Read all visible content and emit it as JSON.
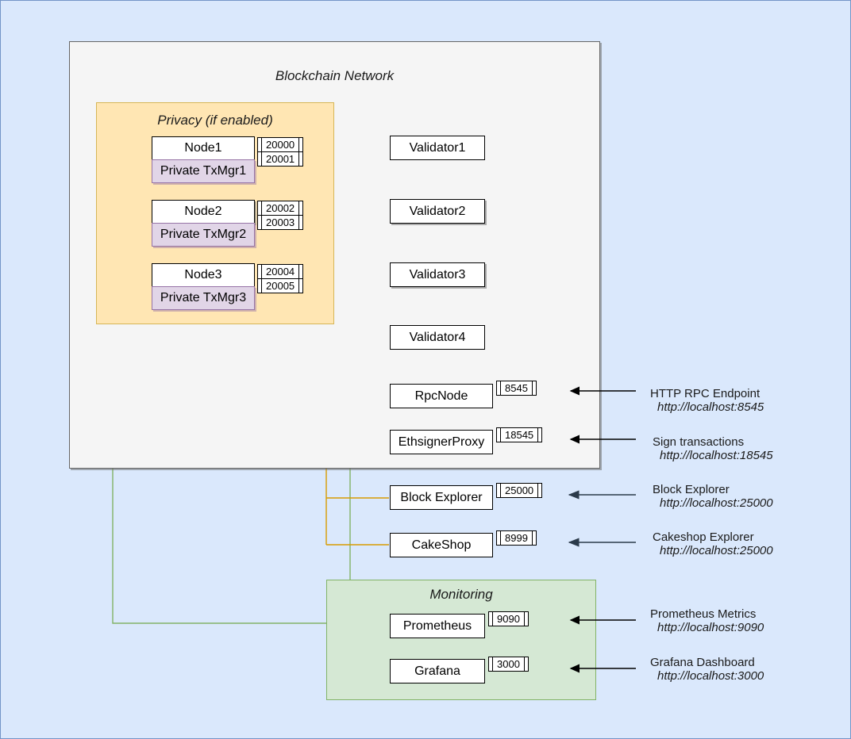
{
  "diagram": {
    "background_color": "#dae8fc",
    "network": {
      "title": "Blockchain Network",
      "fill": "#f5f5f5"
    },
    "privacy": {
      "title": "Privacy (if enabled)",
      "fill": "#ffe6b3"
    },
    "monitoring": {
      "title": "Monitoring",
      "fill": "#d5e8d4"
    }
  },
  "nodes": [
    {
      "name": "Node1",
      "txmgr": "Private TxMgr1",
      "ports": [
        "20000",
        "20001"
      ]
    },
    {
      "name": "Node2",
      "txmgr": "Private TxMgr2",
      "ports": [
        "20002",
        "20003"
      ]
    },
    {
      "name": "Node3",
      "txmgr": "Private TxMgr3",
      "ports": [
        "20004",
        "20005"
      ]
    }
  ],
  "validators": [
    {
      "name": "Validator1"
    },
    {
      "name": "Validator2"
    },
    {
      "name": "Validator3"
    },
    {
      "name": "Validator4"
    }
  ],
  "services": [
    {
      "name": "RpcNode",
      "port": "8545"
    },
    {
      "name": "EthsignerProxy",
      "port": "18545"
    },
    {
      "name": "Block Explorer",
      "port": "25000"
    },
    {
      "name": "CakeShop",
      "port": "8999"
    }
  ],
  "monitoring_services": [
    {
      "name": "Prometheus",
      "port": "9090"
    },
    {
      "name": "Grafana",
      "port": "3000"
    }
  ],
  "annotations": [
    {
      "title": "HTTP RPC Endpoint",
      "url": "http://localhost:8545"
    },
    {
      "title": "Sign transactions",
      "url": "http://localhost:18545"
    },
    {
      "title": "Block Explorer",
      "url": "http://localhost:25000"
    },
    {
      "title": "Cakeshop Explorer",
      "url": "http://localhost:25000"
    },
    {
      "title": "Prometheus Metrics",
      "url": "http://localhost:9090"
    },
    {
      "title": "Grafana Dashboard",
      "url": "http://localhost:3000"
    }
  ],
  "colors": {
    "green_wire": "#82b366",
    "orange_wire": "#d79b00",
    "dashed_wire": "#000000",
    "black_wire": "#000000",
    "txmgr_fill": "#e1d5e7"
  }
}
